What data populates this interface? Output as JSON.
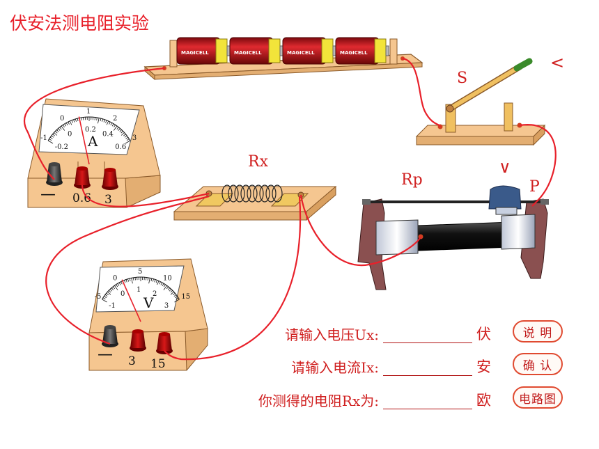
{
  "title": "伏安法测电阻实验",
  "labels": {
    "rx": "Rx",
    "rp": "Rp",
    "switch": "S",
    "slider": "P"
  },
  "arrows": {
    "left": "<",
    "down": "∨"
  },
  "battery": {
    "brand": "MAGICELL"
  },
  "ammeter": {
    "symbol": "A",
    "upper_ticks": [
      "-1",
      "0",
      "1",
      "2",
      "3"
    ],
    "lower_ticks": [
      "-0.2",
      "0",
      "0.2",
      "0.4",
      "0.6"
    ],
    "terminals": [
      "—",
      "0.6",
      "3"
    ],
    "needle_value": 0.12
  },
  "voltmeter": {
    "symbol": "V",
    "upper_ticks": [
      "-5",
      "0",
      "5",
      "10",
      "15"
    ],
    "lower_ticks": [
      "-1",
      "0",
      "1",
      "2",
      "3"
    ],
    "terminals": [
      "—",
      "3",
      "15"
    ],
    "needle_value": 0.2
  },
  "form": {
    "voltage": {
      "prompt": "请输入电压Ux:",
      "value": "",
      "unit": "伏"
    },
    "current": {
      "prompt": "请输入电流Ix:",
      "value": "",
      "unit": "安"
    },
    "resistance": {
      "prompt": "你测得的电阻Rx为:",
      "value": "",
      "unit": "欧"
    }
  },
  "buttons": {
    "explain": "说 明",
    "confirm": "确 认",
    "circuit": "电路图"
  },
  "colors": {
    "wire": "#e8202a",
    "base": "#f5c690",
    "text": "#d02020",
    "battery": "#c8141c",
    "battery_cap": "#f2e43a"
  }
}
